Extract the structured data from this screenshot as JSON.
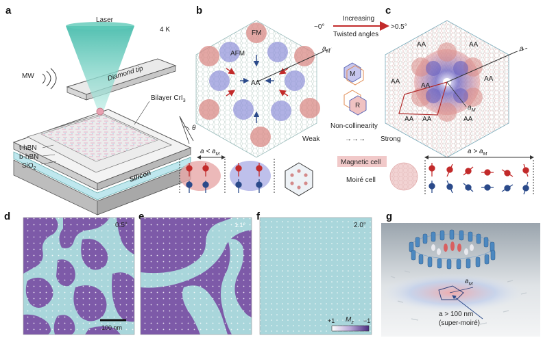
{
  "panels": {
    "a": {
      "label": "a",
      "laser": "Laser",
      "temperature": "4 K",
      "mw": "MW",
      "diamond_tip": "Diamond tip",
      "bilayer": "Bilayer CrI",
      "bilayer_sub": "3",
      "theta": "θ",
      "t_hbn": "t-hBN",
      "b_hbn": "b-hBN",
      "sio2": "SiO",
      "sio2_sub": "2",
      "silicon": "Silicon"
    },
    "b": {
      "label": "b",
      "fm": "FM",
      "afm": "AFM",
      "aa": "AA",
      "am_a": "a",
      "am_sub": "M",
      "angle": "~0°"
    },
    "c": {
      "label": "c",
      "angle": ">0.5°",
      "aa": [
        "AA",
        "AA",
        "AA",
        "AA",
        "AA",
        "AA",
        "AA",
        "AA"
      ],
      "a": "a",
      "am_a": "a",
      "am_sub": "M"
    },
    "middle": {
      "increasing": "Increasing",
      "twisted": "Twisted angles",
      "m": "M",
      "r": "R",
      "noncollinearity": "Non-collinearity",
      "weak": "Weak",
      "arrows": "→→→",
      "strong": "Strong"
    },
    "legend": {
      "a_lt": "a < a",
      "a_lt_sub": "M",
      "a_gt": "a > a",
      "a_gt_sub": "M",
      "magnetic_cell": "Magnetic cell",
      "moire_cell": "Moiré cell"
    },
    "d": {
      "label": "d",
      "angle": "0.5°",
      "scale": "100 nm"
    },
    "e": {
      "label": "e",
      "angle": "1.1°"
    },
    "f": {
      "label": "f",
      "angle": "2.0°",
      "cb_plus": "+1",
      "cb_minus": "−1",
      "mz": "M",
      "mz_sub": "z"
    },
    "g": {
      "label": "g",
      "am_a": "a",
      "am_sub": "M",
      "a_gt": "a > 100 nm",
      "super": "(super-moiré)"
    }
  },
  "colors": {
    "purple": "#7a5aa8",
    "light_blue": "#a8d6dc",
    "fm_red": "#c0504d",
    "afm_blue": "#6b7cc6",
    "teal_beam": "#4fc4b4",
    "arrow_red": "#c22a2a"
  }
}
